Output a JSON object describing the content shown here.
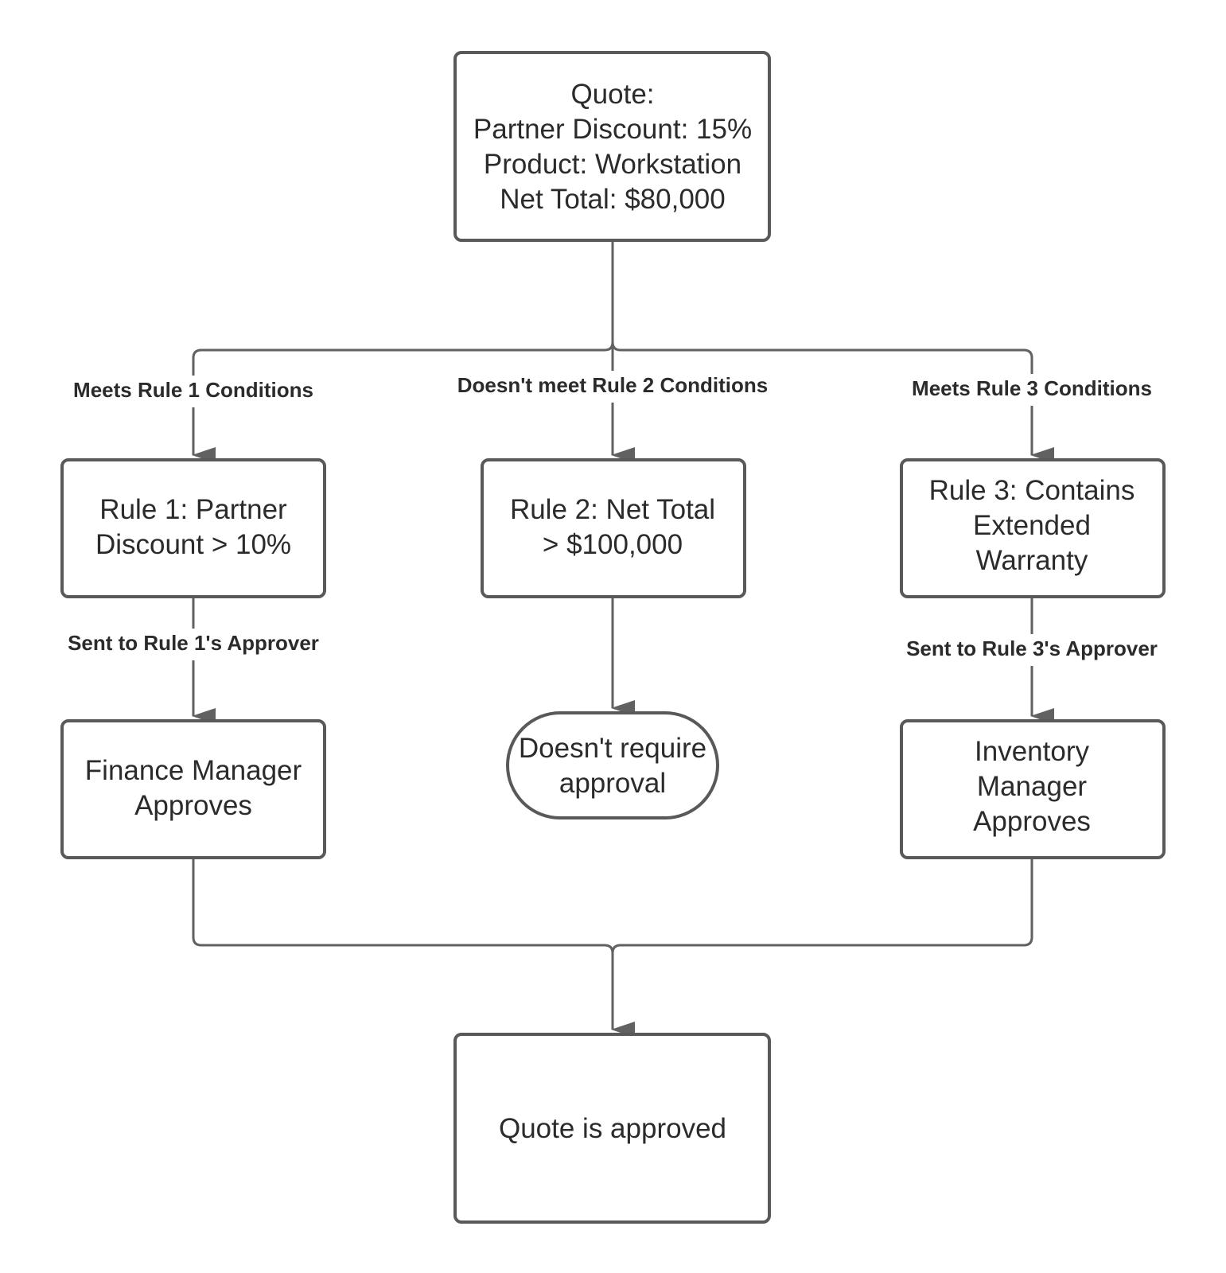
{
  "nodes": {
    "quote": [
      "Quote:",
      "Partner Discount: 15%",
      "Product: Workstation",
      "Net Total: $80,000"
    ],
    "rule1": [
      "Rule 1: Partner",
      "Discount > 10%"
    ],
    "rule2": [
      "Rule 2: Net Total",
      "> $100,000"
    ],
    "rule3": [
      "Rule 3: Contains",
      "Extended",
      "Warranty"
    ],
    "finance": [
      "Finance Manager",
      "Approves"
    ],
    "no_approval": [
      "Doesn't require",
      "approval"
    ],
    "inventory": [
      "Inventory",
      "Manager",
      "Approves"
    ],
    "approved": [
      "Quote is approved"
    ]
  },
  "edge_labels": {
    "meets_rule1": "Meets Rule 1 Conditions",
    "not_meet_rule2": "Doesn't meet Rule 2 Conditions",
    "meets_rule3": "Meets Rule 3 Conditions",
    "sent_rule1": "Sent to Rule 1's Approver",
    "sent_rule3": "Sent to Rule 3's Approver"
  },
  "colors": {
    "line": "#616161",
    "box_border": "#595959",
    "text": "#2b2b2b",
    "background": "#ffffff"
  }
}
